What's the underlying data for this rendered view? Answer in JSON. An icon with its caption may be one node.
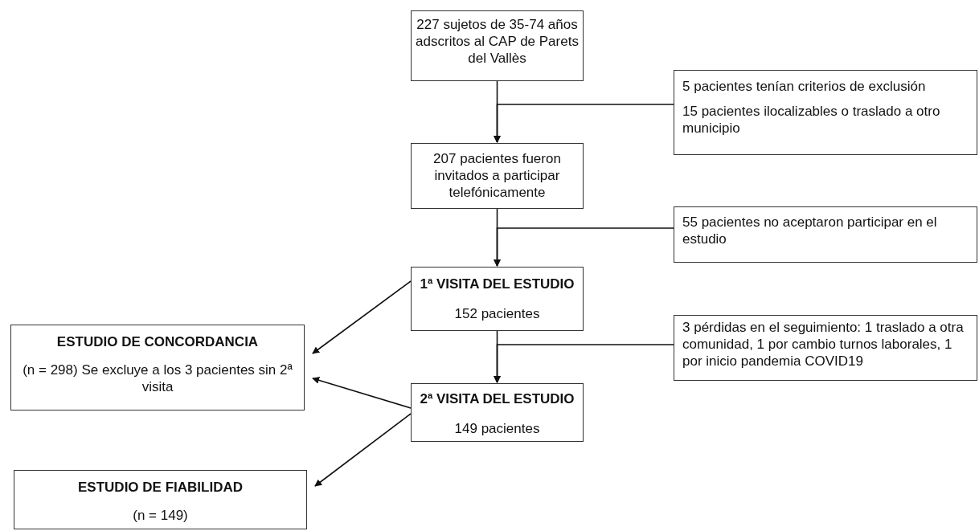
{
  "diagram": {
    "nodes": [
      {
        "text": [
          "227 sujetos de 35-74 años adscritos al CAP de Parets del Vallès"
        ]
      },
      {
        "text": [
          "5 pacientes tenían criterios de exclusión",
          "15 pacientes ilocalizables o traslado a otro municipio"
        ]
      },
      {
        "text": [
          "207 pacientes fueron invitados a participar telefónicamente"
        ]
      },
      {
        "text": [
          "55 pacientes no aceptaron participar en el estudio"
        ]
      },
      {
        "text": [
          "1ª VISITA DEL ESTUDIO",
          "152 pacientes"
        ]
      },
      {
        "text": [
          "3 pérdidas en el seguimiento: 1 traslado a otra comunidad, 1 por cambio turnos laborales, 1 por inicio pandemia COVID19"
        ]
      },
      {
        "text": [
          "2ª VISITA DEL ESTUDIO",
          "149 pacientes"
        ]
      },
      {
        "text": [
          "ESTUDIO DE CONCORDANCIA",
          "(n = 298) Se excluye a  los 3 pacientes sin 2ª visita"
        ]
      },
      {
        "text": [
          "ESTUDIO DE FIABILIDAD",
          "(n = 149)"
        ]
      }
    ],
    "edges": [
      {
        "from": 0,
        "to": 2,
        "arrow": "to"
      },
      {
        "from": 1,
        "to": 2,
        "arrow": "to"
      },
      {
        "from": 2,
        "to": 4,
        "arrow": "to"
      },
      {
        "from": 3,
        "to": 4,
        "arrow": "to"
      },
      {
        "from": 4,
        "to": 6,
        "arrow": "to"
      },
      {
        "from": 5,
        "to": 6,
        "arrow": "to"
      },
      {
        "from": 4,
        "to": 7,
        "arrow": "to"
      },
      {
        "from": 6,
        "to": 7,
        "arrow": "to"
      },
      {
        "from": 6,
        "to": 8,
        "arrow": "to"
      }
    ]
  }
}
